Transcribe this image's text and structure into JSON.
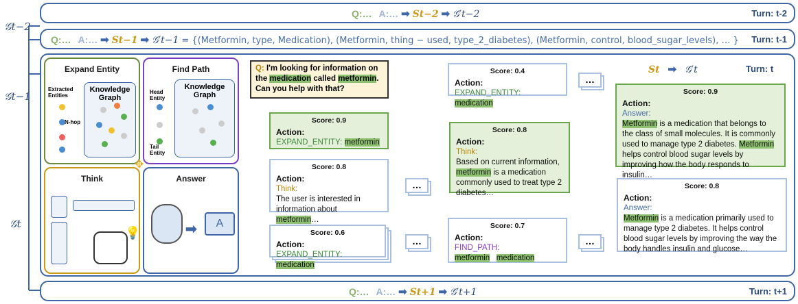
{
  "rows": {
    "t_minus_2": {
      "g": "𝒢t−2",
      "q": "Q:…",
      "a": "A:…",
      "s": "St−2",
      "gp": "𝒢′t−2",
      "turn": "Turn: t-2"
    },
    "t_minus_1": {
      "g": "𝒢t−1",
      "q": "Q:…",
      "a": "A:…",
      "s": "St−1",
      "gp": "𝒢′t−1",
      "triples": "= {(Metformin, type, Medication), (Metformin, thing − used, type_2_diabetes), (Metformin, control, blood_sugar_levels), … }",
      "turn": "Turn: t-1"
    },
    "t": {
      "g": "𝒢t",
      "s": "St",
      "gp": "𝒢′t",
      "turn": "Turn:  t"
    },
    "t_plus_1": {
      "q": "Q:…",
      "a": "A:…",
      "s": "St+1",
      "gp": "𝒢′t+1",
      "turn": "Turn: t+1"
    },
    "g_t_minus_2_side": "𝒢t−2"
  },
  "panels": {
    "expand_entity": {
      "title": "Expand Entity",
      "kg": "Knowledge Graph",
      "extracted": "Extracted Entities",
      "nhop": "N-hop"
    },
    "find_path": {
      "title": "Find Path",
      "kg": "Knowledge Graph",
      "head": "Head Entity",
      "tail": "Tail Entity"
    },
    "think": {
      "title": "Think"
    },
    "answer": {
      "title": "Answer",
      "badge": "A"
    }
  },
  "query": {
    "q": "Q:",
    "text_1": "I'm looking for information on the",
    "hl_1": "medication",
    "text_2": "called",
    "hl_2": "metformin",
    "text_3": ". Can you help with that?"
  },
  "nodes": {
    "n1": {
      "score": "Score: 0.9",
      "action": "Action:",
      "type": "EXPAND_ENTITY:",
      "value": "metformin"
    },
    "n2": {
      "score": "Score: 0.8",
      "action": "Action:",
      "type": "Think:",
      "text": "The user is interested in information about",
      "value": "metformin",
      "tail": "…"
    },
    "n3": {
      "score": "Score: 0.6",
      "action": "Action:",
      "type": "EXPAND_ENTITY:",
      "value": "medication"
    },
    "n4": {
      "score": "Score: 0.4",
      "action": "Action:",
      "type": "EXPAND_ENTITY:",
      "value": "medication"
    },
    "n5": {
      "score": "Score: 0.8",
      "action": "Action:",
      "type": "Think:",
      "text1": "Based on current information,",
      "value": "metformin",
      "text2": "is a medication commonly used to treat type 2 diabetes…"
    },
    "n6": {
      "score": "Score: 0.7",
      "action": "Action:",
      "type": "FIND_PATH:",
      "value1": "metformin",
      "value2": "medication"
    },
    "n7": {
      "score": "Score: 0.9",
      "action": "Action:",
      "type": "Answer:",
      "value": "Metformin",
      "text1": "is a medication that belongs to the class of small molecules. It is commonly used to manage type 2 diabetes.",
      "value2": "Metformin",
      "text2": "helps control blood sugar levels by improving how the body responds to insulin…"
    },
    "n8": {
      "score": "Score: 0.8",
      "action": "Action:",
      "type": "Answer:",
      "value": "Metformin",
      "text1": "is a medication primarily used to manage type 2 diabetes. It helps control blood sugar levels by improving the way the body handles insulin and glucose…"
    }
  },
  "ellipsis": "…",
  "colors": {
    "border": "#3f66a6",
    "green": "#6aa64a",
    "purple": "#7b3fc4",
    "gold": "#c89a16",
    "lightblue": "#aac0e0"
  }
}
